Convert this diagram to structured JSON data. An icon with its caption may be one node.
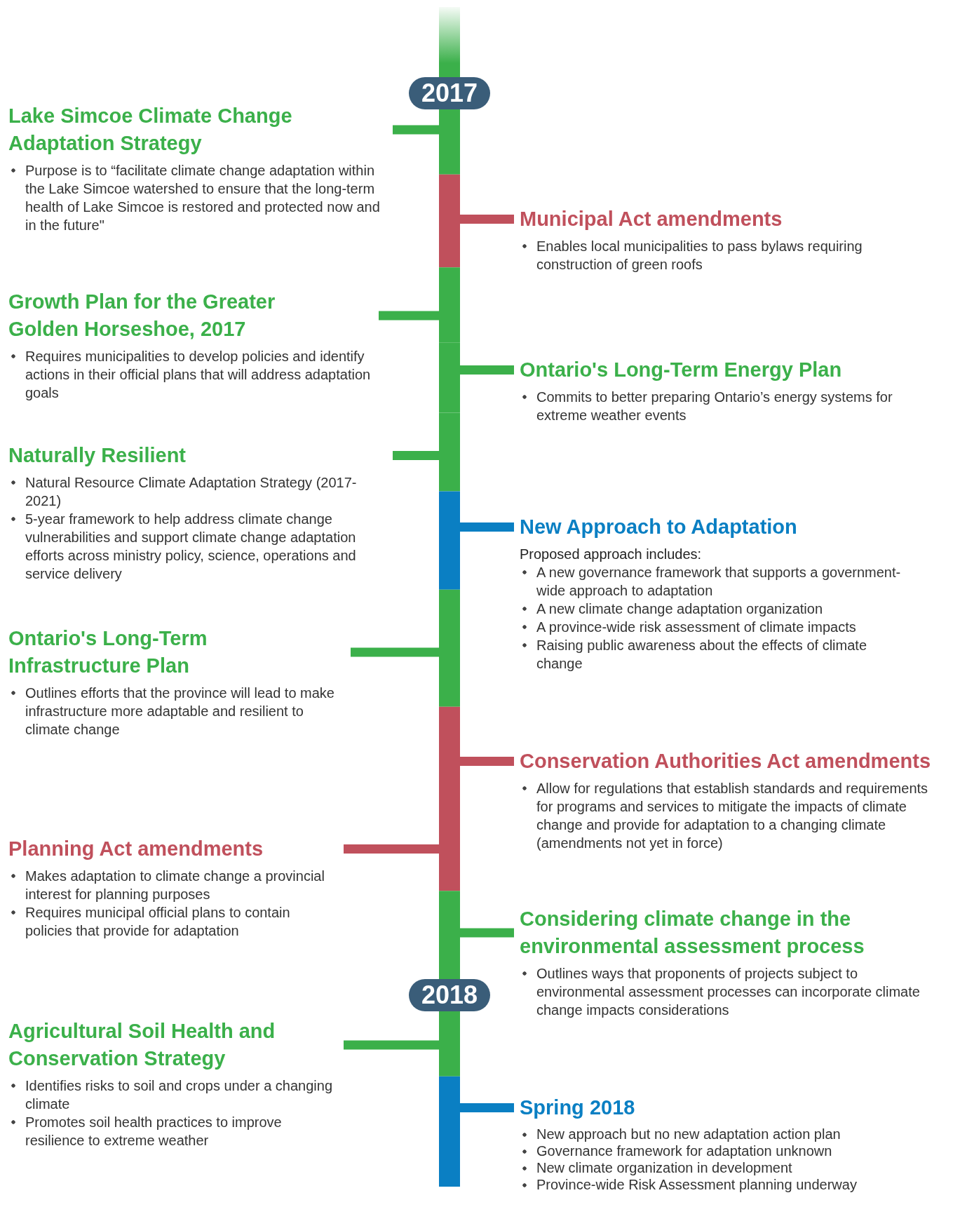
{
  "diagram": {
    "nodes": [
      {
        "text": [],
        "shape": "bar"
      },
      {
        "text": [
          "2017"
        ]
      },
      {
        "text": [
          "Lake Simcoe Climate Change Adaptation Strategy",
          "Purpose is to “facilitate climate change adaptation within the Lake Simcoe watershed to ensure that the long-term health of Lake Simcoe is restored and protected now and in the future\""
        ]
      },
      {
        "text": [
          "Municipal Act amendments",
          "Enables local municipalities to pass bylaws requiring construction of green roofs"
        ]
      },
      {
        "text": [
          "Growth Plan for the Greater Golden Horseshoe, 2017",
          "Requires municipalities to develop policies and identify actions in their official plans that will address adaptation goals"
        ]
      },
      {
        "text": [
          "Ontario's Long-Term Energy Plan",
          "Commits to better preparing Ontario’s energy systems for extreme weather events"
        ]
      },
      {
        "text": [
          "Naturally Resilient",
          "Natural Resource Climate Adaptation Strategy (2017-2021)",
          "5-year framework to help address climate change vulnerabilities and support climate change adaptation efforts across ministry policy, science, operations and service delivery"
        ]
      },
      {
        "text": [
          "New Approach to Adaptation",
          "Proposed approach includes:",
          "A new governance framework that supports a government-wide approach to adaptation",
          "A new climate change adaptation organization",
          "A province-wide risk assessment of climate impacts",
          "Raising public awareness about the effects of climate change"
        ]
      },
      {
        "text": [
          "Ontario's Long-Term Infrastructure Plan",
          "Outlines efforts that the province will lead to make infrastructure more adaptable and resilient to climate change"
        ]
      },
      {
        "text": [
          "Conservation Authorities Act amendments",
          "Allow for regulations that establish standards and requirements for programs and services to mitigate the impacts of climate change and provide for adaptation to a changing climate (amendments not yet in force)"
        ]
      },
      {
        "text": [
          "Planning Act amendments",
          "Makes adaptation to climate change a provincial interest for planning purposes",
          "Requires municipal official plans to contain policies that provide for adaptation"
        ]
      },
      {
        "text": [
          "Considering climate change in the environmental assessment process",
          "Outlines ways that proponents of projects subject to environmental assessment processes can incorporate climate change impacts considerations"
        ]
      },
      {
        "text": [
          "2018"
        ]
      },
      {
        "text": [
          "Agricultural Soil Health and Conservation Strategy",
          "Identifies risks to soil and crops under a changing climate",
          "Promotes soil health practices to improve resilience to extreme weather"
        ]
      },
      {
        "text": [
          "Spring 2018",
          "New approach but no new adaptation action plan",
          "Governance framework for adaptation unknown",
          "New climate organization in development",
          "Province-wide Risk Assessment planning underway"
        ]
      }
    ],
    "edges": [
      {
        "from": 0,
        "to": 2,
        "arrow": "none"
      },
      {
        "from": 0,
        "to": 3,
        "arrow": "none",
        "color": "#c0505c"
      },
      {
        "from": 0,
        "to": 4,
        "arrow": "none"
      },
      {
        "from": 0,
        "to": 5,
        "arrow": "none"
      },
      {
        "from": 0,
        "to": 6,
        "arrow": "none"
      },
      {
        "from": 0,
        "to": 7,
        "arrow": "none",
        "color": "#0a7fc3"
      },
      {
        "from": 0,
        "to": 8,
        "arrow": "none"
      },
      {
        "from": 0,
        "to": 9,
        "arrow": "none",
        "color": "#c0505c"
      },
      {
        "from": 0,
        "to": 10,
        "arrow": "none",
        "color": "#c0505c"
      },
      {
        "from": 0,
        "to": 11,
        "arrow": "none"
      },
      {
        "from": 0,
        "to": 13,
        "arrow": "none"
      },
      {
        "from": 0,
        "to": 14,
        "arrow": "none",
        "color": "#0a7fc3"
      }
    ]
  }
}
